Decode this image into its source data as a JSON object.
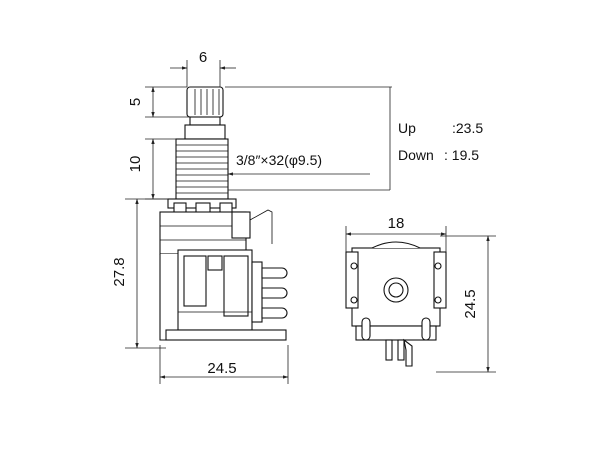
{
  "dimensions": {
    "shaft_width": "6",
    "knob_height": "5",
    "bushing_height": "10",
    "body_height": "27.8",
    "body_width": "24.5",
    "side_width": "18",
    "side_height": "24.5"
  },
  "thread_spec": "3/8″×32(φ9.5)",
  "travel": {
    "up_label": "Up",
    "up_value": ":23.5",
    "down_label": "Down",
    "down_value": ": 19.5"
  }
}
